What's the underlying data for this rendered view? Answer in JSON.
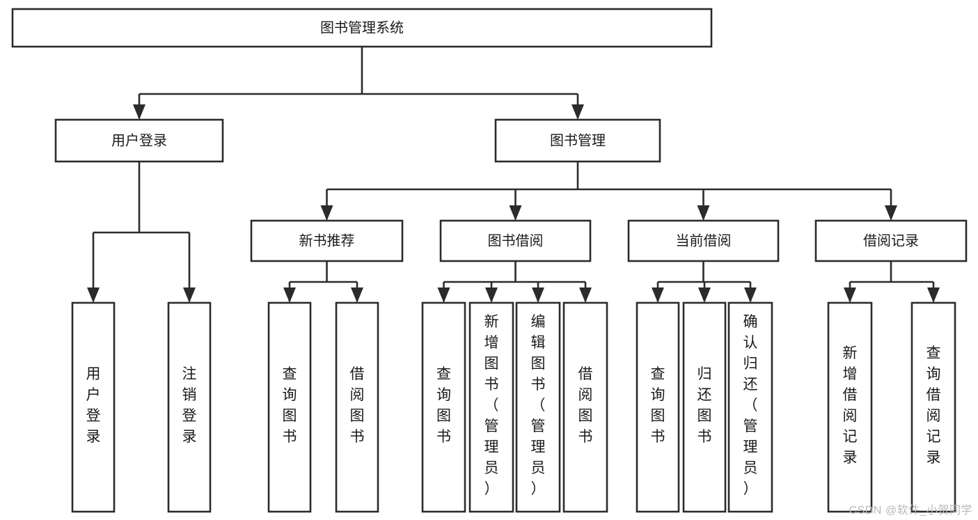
{
  "diagram": {
    "type": "tree",
    "title": "图书管理系统",
    "orientation": "top-down",
    "colors": {
      "stroke": "#2b2b2b",
      "box_fill": "#ffffff",
      "text": "#1a1a1a",
      "background": "#ffffff",
      "watermark": "#b8b8b8"
    },
    "nodes": {
      "root": {
        "label": "图书管理系统",
        "level": 0,
        "orientation": "horizontal"
      },
      "level1": [
        {
          "id": "user-login",
          "label": "用户登录",
          "orientation": "horizontal"
        },
        {
          "id": "book-manage",
          "label": "图书管理",
          "orientation": "horizontal"
        }
      ],
      "level2": [
        {
          "id": "new-book-recommend",
          "label": "新书推荐",
          "parent": "book-manage",
          "orientation": "horizontal"
        },
        {
          "id": "book-borrow",
          "label": "图书借阅",
          "parent": "book-manage",
          "orientation": "horizontal"
        },
        {
          "id": "current-borrow",
          "label": "当前借阅",
          "parent": "book-manage",
          "orientation": "horizontal"
        },
        {
          "id": "borrow-record",
          "label": "借阅记录",
          "parent": "book-manage",
          "orientation": "horizontal"
        }
      ],
      "leaves": [
        {
          "id": "leaf-user-login",
          "label": "用户登录",
          "parent": "user-login",
          "orientation": "vertical"
        },
        {
          "id": "leaf-user-logout",
          "label": "注销登录",
          "parent": "user-login",
          "orientation": "vertical"
        },
        {
          "id": "leaf-query-book-1",
          "label": "查询图书",
          "parent": "new-book-recommend",
          "orientation": "vertical"
        },
        {
          "id": "leaf-borrow-book-1",
          "label": "借阅图书",
          "parent": "new-book-recommend",
          "orientation": "vertical"
        },
        {
          "id": "leaf-query-book-2",
          "label": "查询图书",
          "parent": "book-borrow",
          "orientation": "vertical"
        },
        {
          "id": "leaf-add-book",
          "label": "新增图书（管理员）",
          "parent": "book-borrow",
          "orientation": "vertical"
        },
        {
          "id": "leaf-edit-book",
          "label": "编辑图书（管理员）",
          "parent": "book-borrow",
          "orientation": "vertical"
        },
        {
          "id": "leaf-borrow-book-2",
          "label": "借阅图书",
          "parent": "book-borrow",
          "orientation": "vertical"
        },
        {
          "id": "leaf-query-book-3",
          "label": "查询图书",
          "parent": "current-borrow",
          "orientation": "vertical"
        },
        {
          "id": "leaf-return-book",
          "label": "归还图书",
          "parent": "current-borrow",
          "orientation": "vertical"
        },
        {
          "id": "leaf-confirm-return",
          "label": "确认归还（管理员）",
          "parent": "current-borrow",
          "orientation": "vertical"
        },
        {
          "id": "leaf-add-record",
          "label": "新增借阅记录",
          "parent": "borrow-record",
          "orientation": "vertical"
        },
        {
          "id": "leaf-query-record",
          "label": "查询借阅记录",
          "parent": "borrow-record",
          "orientation": "vertical"
        }
      ]
    }
  },
  "watermark": {
    "text": "CSDN @软件_小贺同学"
  }
}
